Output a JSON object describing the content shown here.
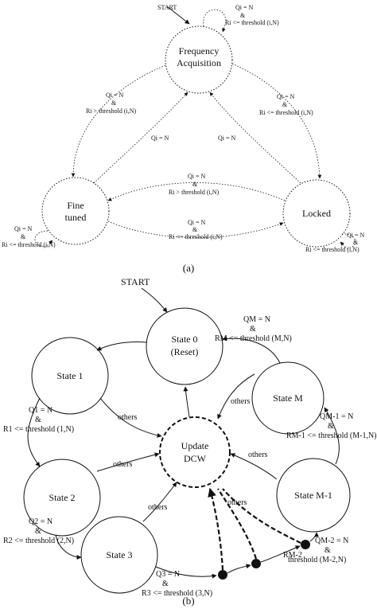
{
  "part_a": {
    "caption": "(a)",
    "start_label": "START",
    "states": {
      "freq_line1": "Frequency",
      "freq_line2": "Acquisition",
      "fine_line1": "Fine",
      "fine_line2": "tuned",
      "locked": "Locked"
    },
    "edges": {
      "self_freq": [
        "Qi = N",
        "&",
        "Ri <= threshold (i,N)"
      ],
      "freq_to_fine": [
        "Qi = N",
        "&",
        "Ri > threshold (i,N)"
      ],
      "fine_to_freq": "Qi = N",
      "freq_to_locked": [
        "Qi = N",
        "&",
        "Ri <= threshold (i,N)"
      ],
      "locked_to_freq": "Qi = N",
      "locked_to_fine": [
        "Qi = N",
        "&",
        "Ri > threshold (i,N)"
      ],
      "fine_to_locked": [
        "Qi = N",
        "&",
        "Ri <= threshold (i,N)"
      ],
      "self_fine": [
        "Qi = N",
        "&",
        "Ri <= threshold (i,N)"
      ],
      "self_locked": [
        "Qi = N",
        "&",
        "Ri <= threshold (i,N)"
      ]
    }
  },
  "part_b": {
    "caption": "(b)",
    "start_label": "START",
    "states": {
      "s0_line1": "State 0",
      "s0_line2": "(Reset)",
      "s1": "State 1",
      "s2": "State 2",
      "s3": "State 3",
      "sm": "State M",
      "sm1": "State M-1",
      "dcw_line1": "Update",
      "dcw_line2": "DCW"
    },
    "others": "others",
    "edges": {
      "s1_s2": [
        "Q1 = N",
        "&",
        "R1 <= threshold (1,N)"
      ],
      "s2_s3": [
        "Q2 = N",
        "&",
        "R2 <= threshold (2,N)"
      ],
      "s3_dots": [
        "Q3 = N",
        "&",
        "R3 <= threshold (3,N)"
      ],
      "sm_s0": [
        "QM = N",
        "&",
        "RM <= threshold (M,N)"
      ],
      "sm1_sm": [
        "QM-1 = N",
        "&",
        "RM-1 <= threshold (M-1,N)"
      ],
      "dots_sm1": [
        "RM-2",
        "QM-2 = N",
        "&",
        "threshold (M-2,N)"
      ]
    }
  }
}
